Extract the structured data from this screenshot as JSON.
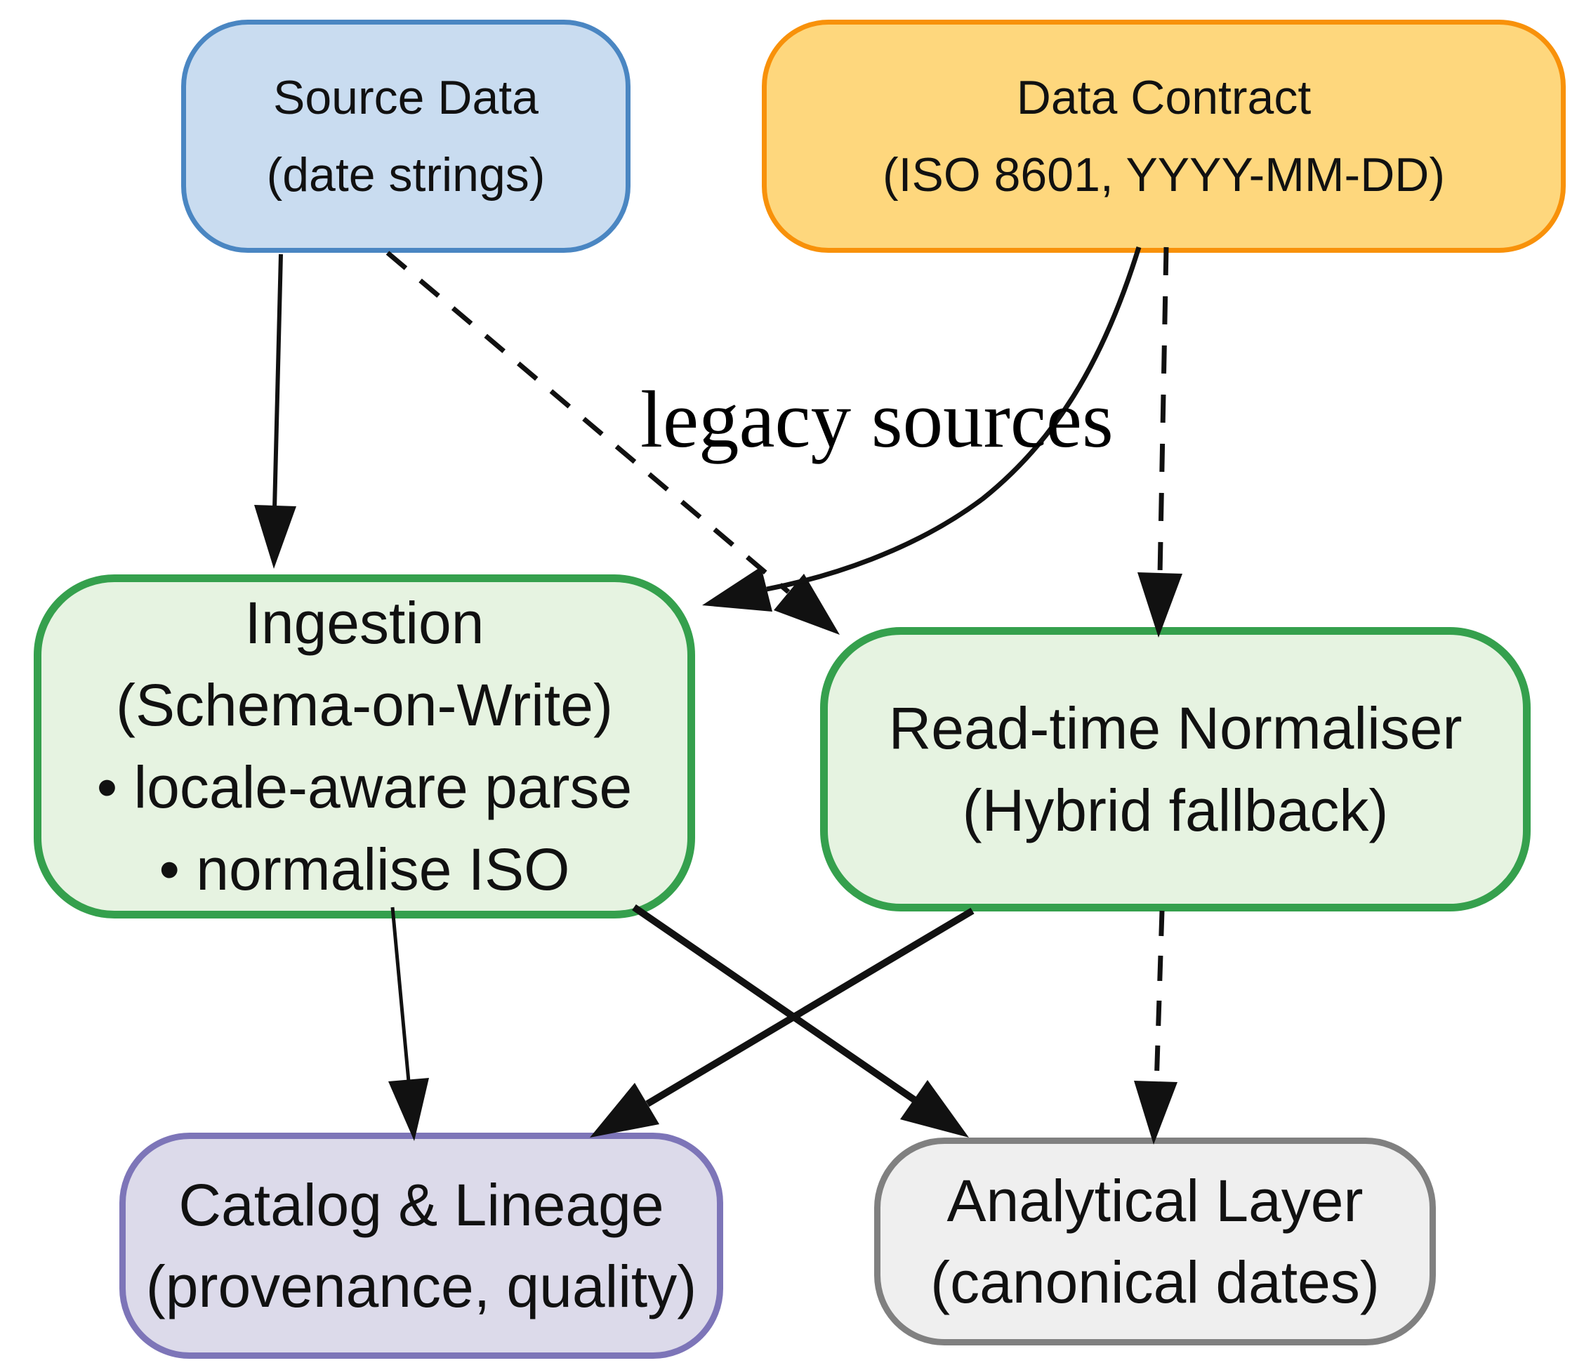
{
  "diagram": {
    "title": "",
    "nodes": {
      "source_data": {
        "line1": "Source Data",
        "line2": "(date strings)",
        "fill": "#c9dcf0",
        "border": "#4a86c2"
      },
      "data_contract": {
        "line1": "Data Contract",
        "line2": "(ISO 8601, YYYY-MM-DD)",
        "fill": "#fed77d",
        "border": "#f8910a"
      },
      "ingestion": {
        "line1": "Ingestion",
        "line2": "(Schema-on-Write)",
        "line3": "• locale-aware parse",
        "line4": "• normalise ISO",
        "fill": "#e6f3e1",
        "border": "#35a04d"
      },
      "read_time_normaliser": {
        "line1": "Read-time Normaliser",
        "line2": "(Hybrid fallback)",
        "fill": "#e6f3e1",
        "border": "#35a04d"
      },
      "catalog_lineage": {
        "line1": "Catalog & Lineage",
        "line2": "(provenance, quality)",
        "fill": "#dcdaea",
        "border": "#7d75b8"
      },
      "analytical_layer": {
        "line1": "Analytical Layer",
        "line2": "(canonical dates)",
        "fill": "#efefef",
        "border": "#808080"
      }
    },
    "edge_label": "legacy sources",
    "edges": [
      {
        "from": "source_data",
        "to": "ingestion",
        "style": "solid",
        "label": ""
      },
      {
        "from": "source_data",
        "to": "read_time_normaliser",
        "style": "dashed",
        "label": "legacy sources"
      },
      {
        "from": "data_contract",
        "to": "ingestion",
        "style": "solid-curved",
        "label": ""
      },
      {
        "from": "data_contract",
        "to": "read_time_normaliser",
        "style": "dashed",
        "label": ""
      },
      {
        "from": "ingestion",
        "to": "catalog_lineage",
        "style": "solid",
        "label": ""
      },
      {
        "from": "ingestion",
        "to": "analytical_layer",
        "style": "solid",
        "label": ""
      },
      {
        "from": "read_time_normaliser",
        "to": "catalog_lineage",
        "style": "solid",
        "label": ""
      },
      {
        "from": "read_time_normaliser",
        "to": "analytical_layer",
        "style": "dashed",
        "label": ""
      }
    ],
    "arrow_color": "#111111",
    "background": "#ffffff"
  }
}
